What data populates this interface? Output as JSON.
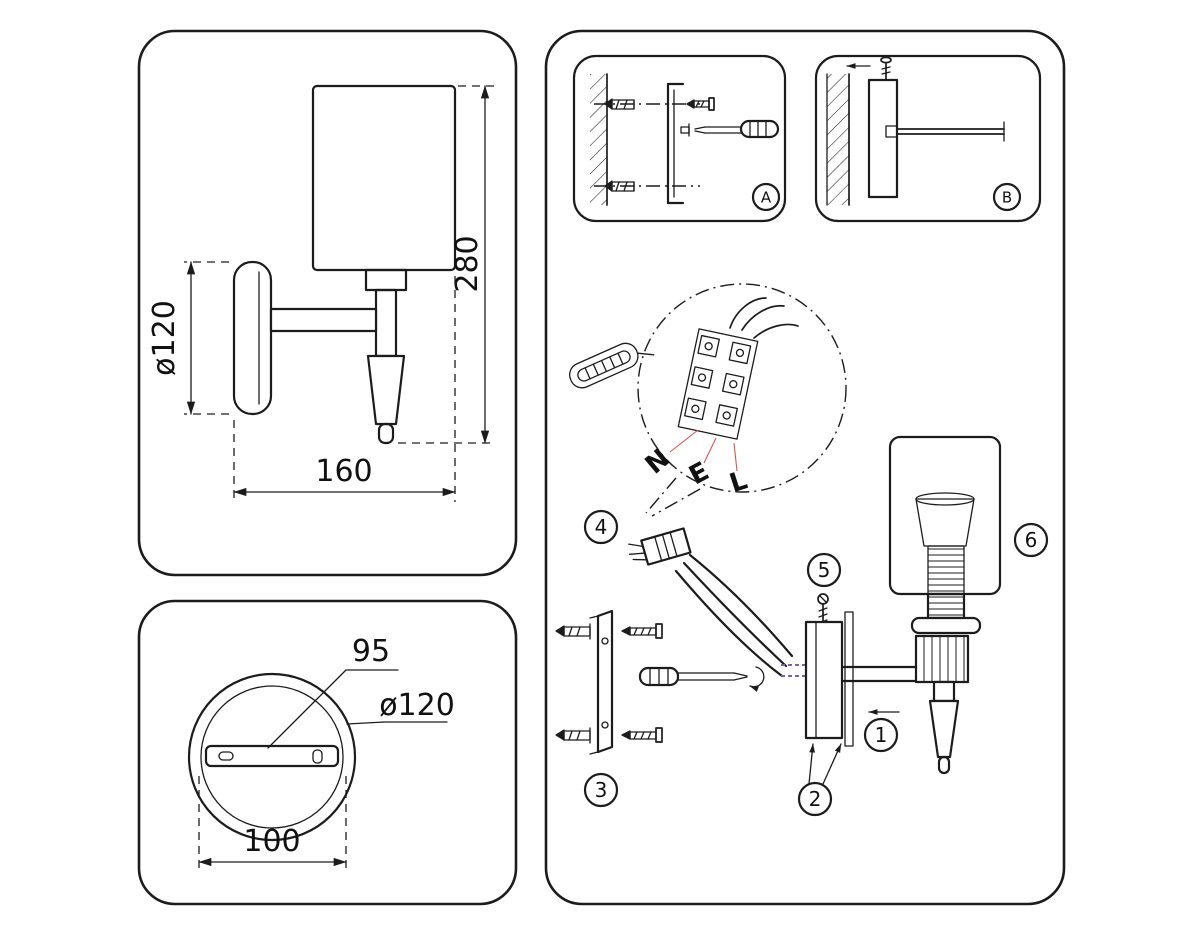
{
  "colors": {
    "line": "#1c1c1c",
    "leader_red": "#d9534f",
    "wire_purple": "#7d5fa6",
    "background": "#ffffff"
  },
  "side_view": {
    "dim_diameter": "ø120",
    "dim_height": "280",
    "dim_depth": "160"
  },
  "back_view": {
    "dim_slot": "95",
    "dim_diameter": "ø120",
    "dim_holes": "100"
  },
  "install": {
    "method_a_label": "A",
    "method_b_label": "B",
    "wire_n": "N",
    "wire_e": "E",
    "wire_l": "L",
    "step1": "1",
    "step2": "2",
    "step3": "3",
    "step4": "4",
    "step5": "5",
    "step6": "6"
  }
}
